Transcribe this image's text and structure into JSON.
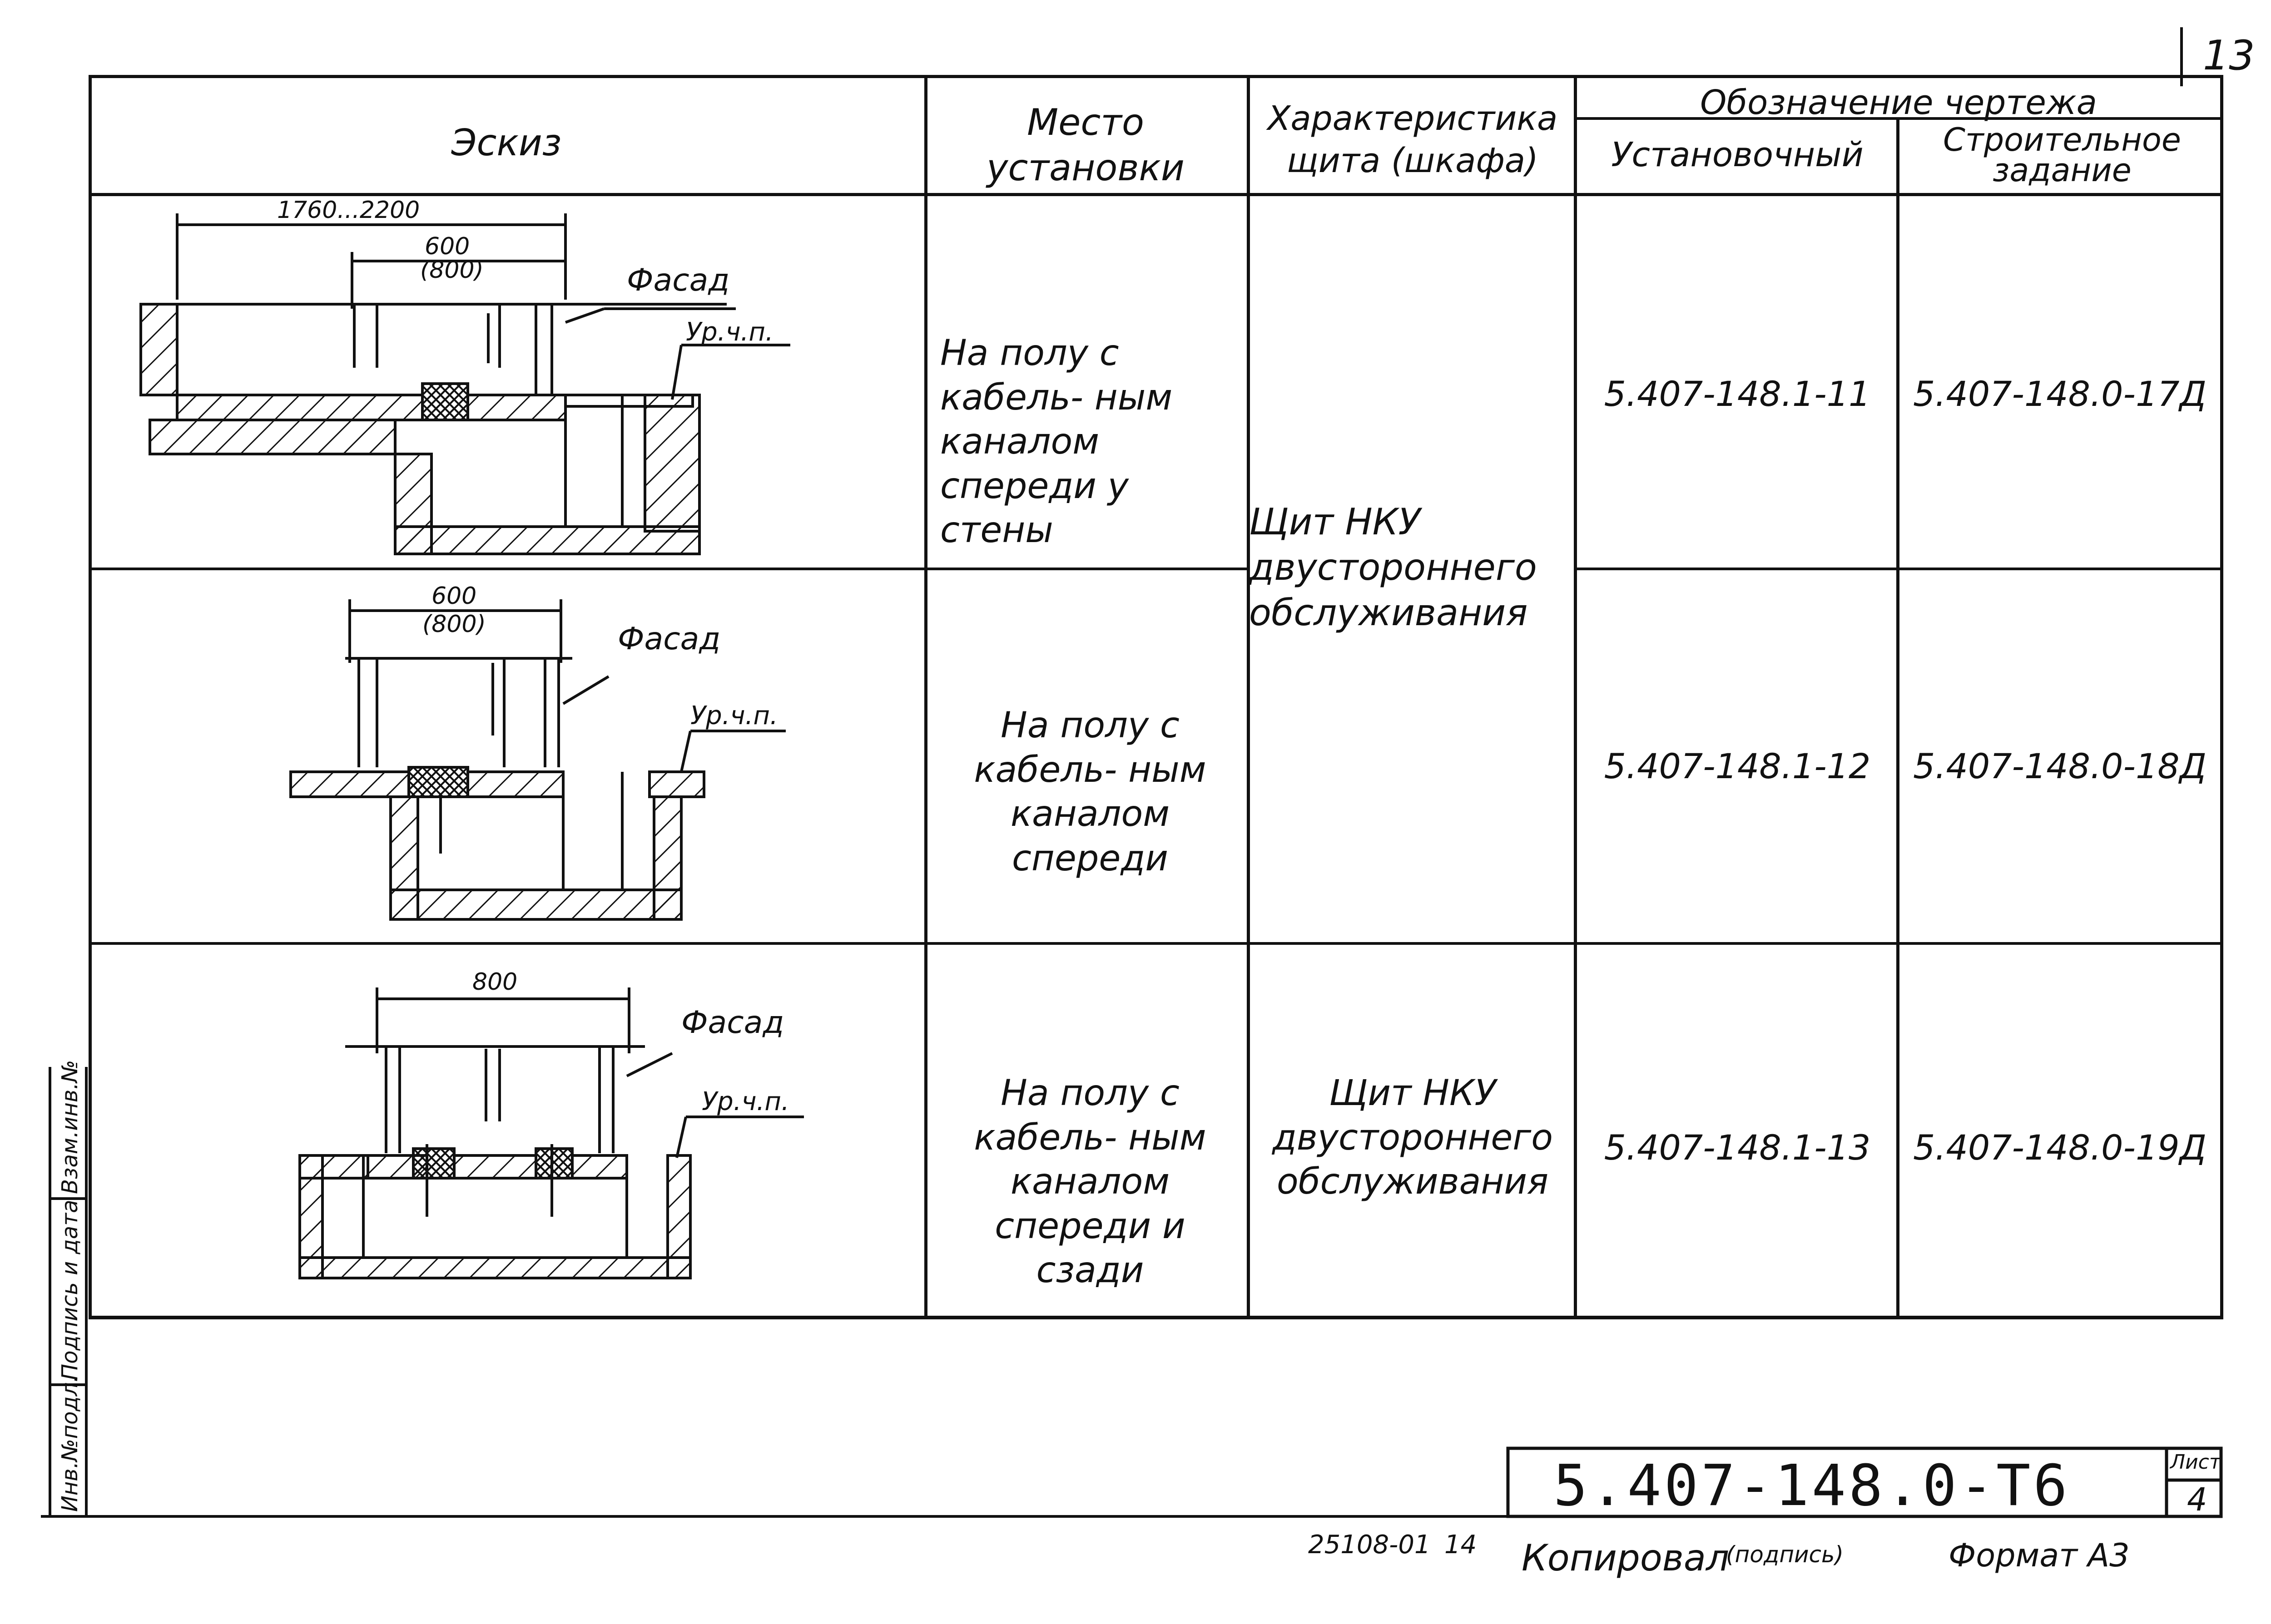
{
  "page": {
    "sheet_number": "13",
    "signature_mark": "14",
    "copied_label": "Копировал",
    "copied_signature": "(подпись)",
    "inventory_code": "25108-01",
    "format_label": "Формат А3"
  },
  "side_stamp": {
    "inv_no": "Инв.№подл.",
    "sign_date": "Подпись и дата",
    "replace_inv": "Взам.инв.№"
  },
  "table": {
    "headers": {
      "sketch": "Эскиз",
      "place": "Место установки",
      "panel": "Характеристика щита (шкафа)",
      "drawing": "Обозначение чертежа",
      "installation": "Установочный",
      "construction": "Строительное задание"
    },
    "rows": [
      {
        "place": "На полу с кабель- ным каналом спереди у стены",
        "installation": "5.407-148.1-11",
        "construction": "5.407-148.0-17Д",
        "sketch_labels": {
          "width_total": "1760...2200",
          "width": "600",
          "width_alt": "(800)",
          "facade": "Фасад",
          "floor_level": "Ур.ч.п."
        }
      },
      {
        "place": "На полу с кабель- ным каналом спереди",
        "installation": "5.407-148.1-12",
        "construction": "5.407-148.0-18Д",
        "sketch_labels": {
          "width": "600",
          "width_alt": "(800)",
          "facade": "Фасад",
          "floor_level": "Ур.ч.п."
        }
      },
      {
        "place": "На полу с кабель- ным каналом спереди и сзади",
        "panel": "Щит НКУ двустороннего обслуживания",
        "installation": "5.407-148.1-13",
        "construction": "5.407-148.0-19Д",
        "sketch_labels": {
          "width": "800",
          "facade": "Фасад",
          "floor_level": "Ур.ч.п."
        }
      }
    ],
    "merged_panel": "Щит НКУ двустороннего обслуживания"
  },
  "title_block": {
    "designation": "5.407-148.0-Т6",
    "sheet_label": "Лист",
    "sheet_value": "4"
  }
}
